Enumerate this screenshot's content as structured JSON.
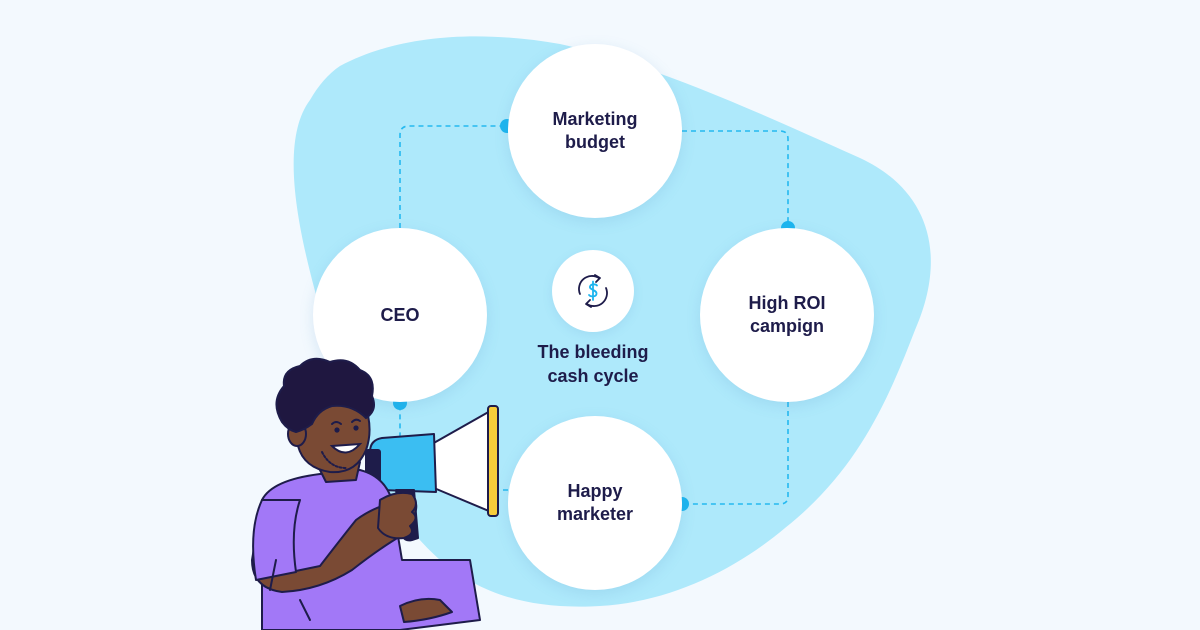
{
  "diagram": {
    "nodes": {
      "marketing_budget": "Marketing\nbudget",
      "high_roi": "High ROI\ncampign",
      "happy_marketer": "Happy\nmarketer",
      "ceo": "CEO"
    },
    "center_label": "The bleeding\ncash cycle",
    "center_icon": "dollar-cycle-icon"
  },
  "colors": {
    "background": "#f3f9fe",
    "blob": "#aee9fb",
    "connector": "#25b9f0",
    "text": "#1e1c4a",
    "shirt": "#a278f7",
    "skin": "#7a4a34",
    "hair": "#1f1740",
    "megaphone": "#3bbef2",
    "megaphone_rim": "#f7cd3a"
  }
}
